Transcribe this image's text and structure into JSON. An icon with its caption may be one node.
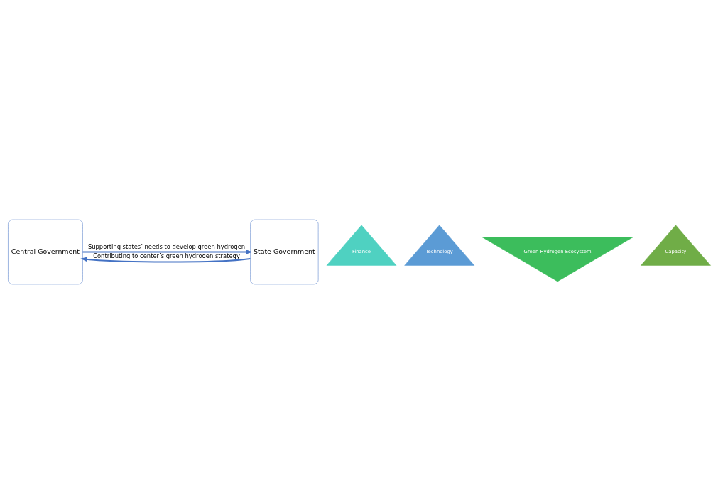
{
  "diagram": {
    "nodes": [
      {
        "text": [
          "Central Government"
        ]
      },
      {
        "text": [
          "State Government"
        ]
      },
      {
        "text": [
          "Technology"
        ]
      },
      {
        "text": [
          "Green Hydrogen Ecosystem"
        ]
      },
      {
        "text": [
          "Finance"
        ]
      },
      {
        "text": [
          "Capacity"
        ]
      }
    ],
    "edges": [
      {
        "from": 0,
        "to": 1,
        "arrow": "to",
        "label": "Supporting states’ needs to develop green hydrogen"
      },
      {
        "from": 1,
        "to": 0,
        "arrow": "to",
        "label": "Contributing to center’s green hydrogen strategy"
      }
    ]
  }
}
